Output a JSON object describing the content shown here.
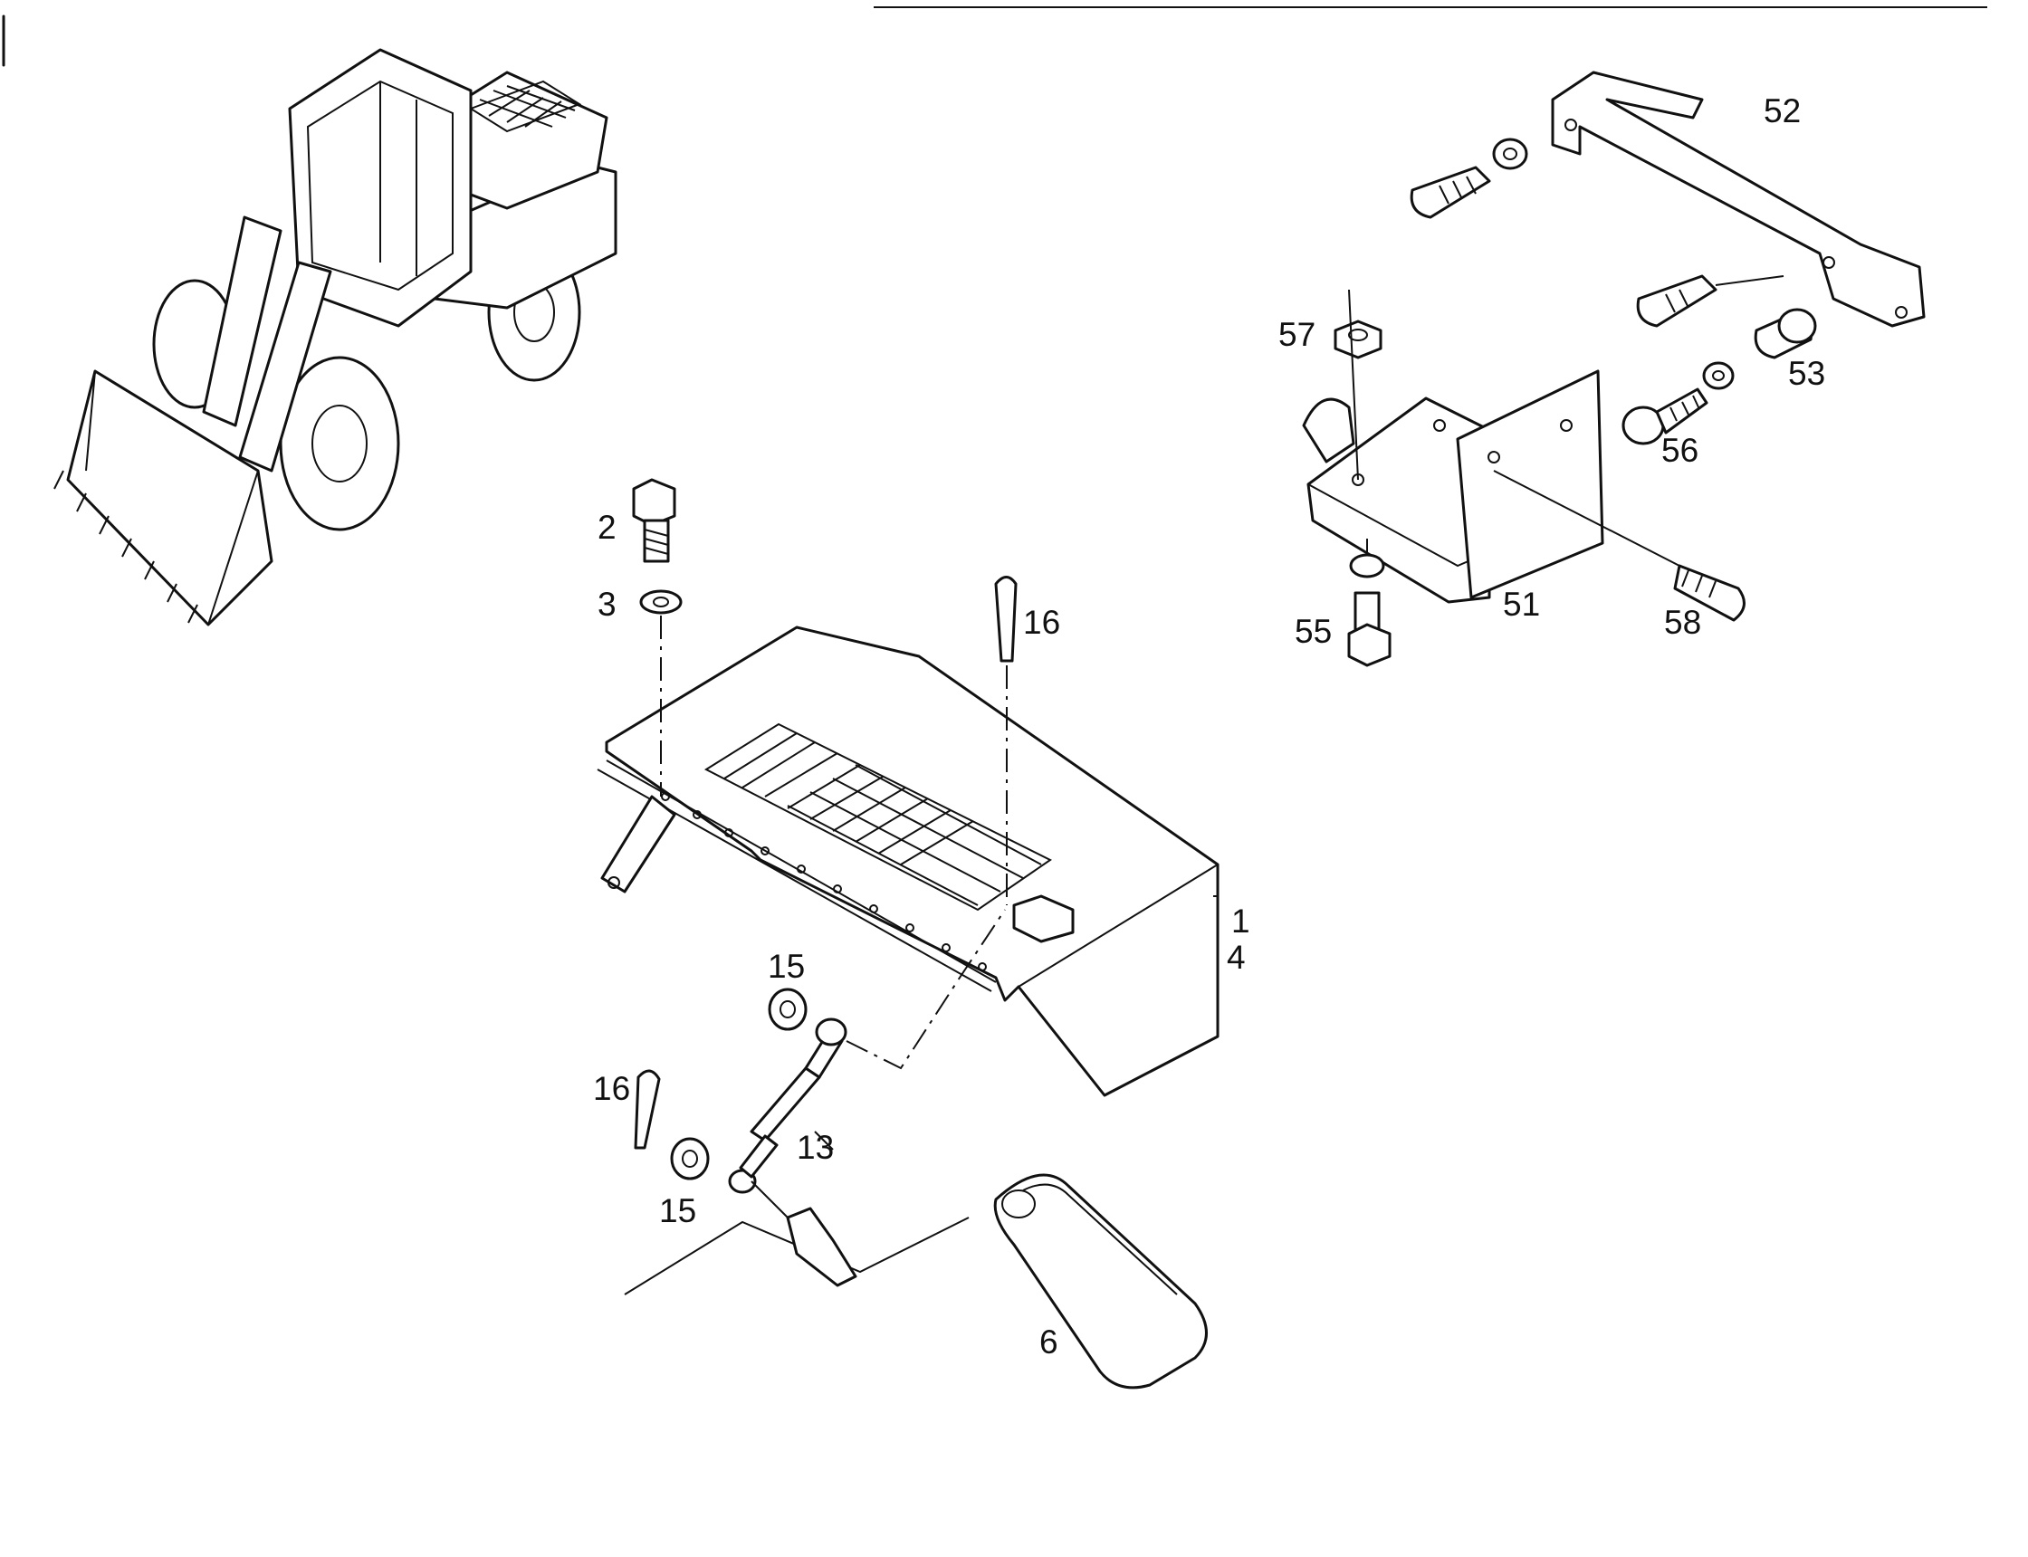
{
  "callouts": {
    "c1": "1",
    "c4": "4",
    "c2": "2",
    "c3": "3",
    "c16a": "16",
    "c16b": "16",
    "c15a": "15",
    "c15b": "15",
    "c13": "13",
    "c6": "6",
    "c52": "52",
    "c57": "57",
    "c53": "53",
    "c56": "56",
    "c51": "51",
    "c55": "55",
    "c58": "58"
  }
}
